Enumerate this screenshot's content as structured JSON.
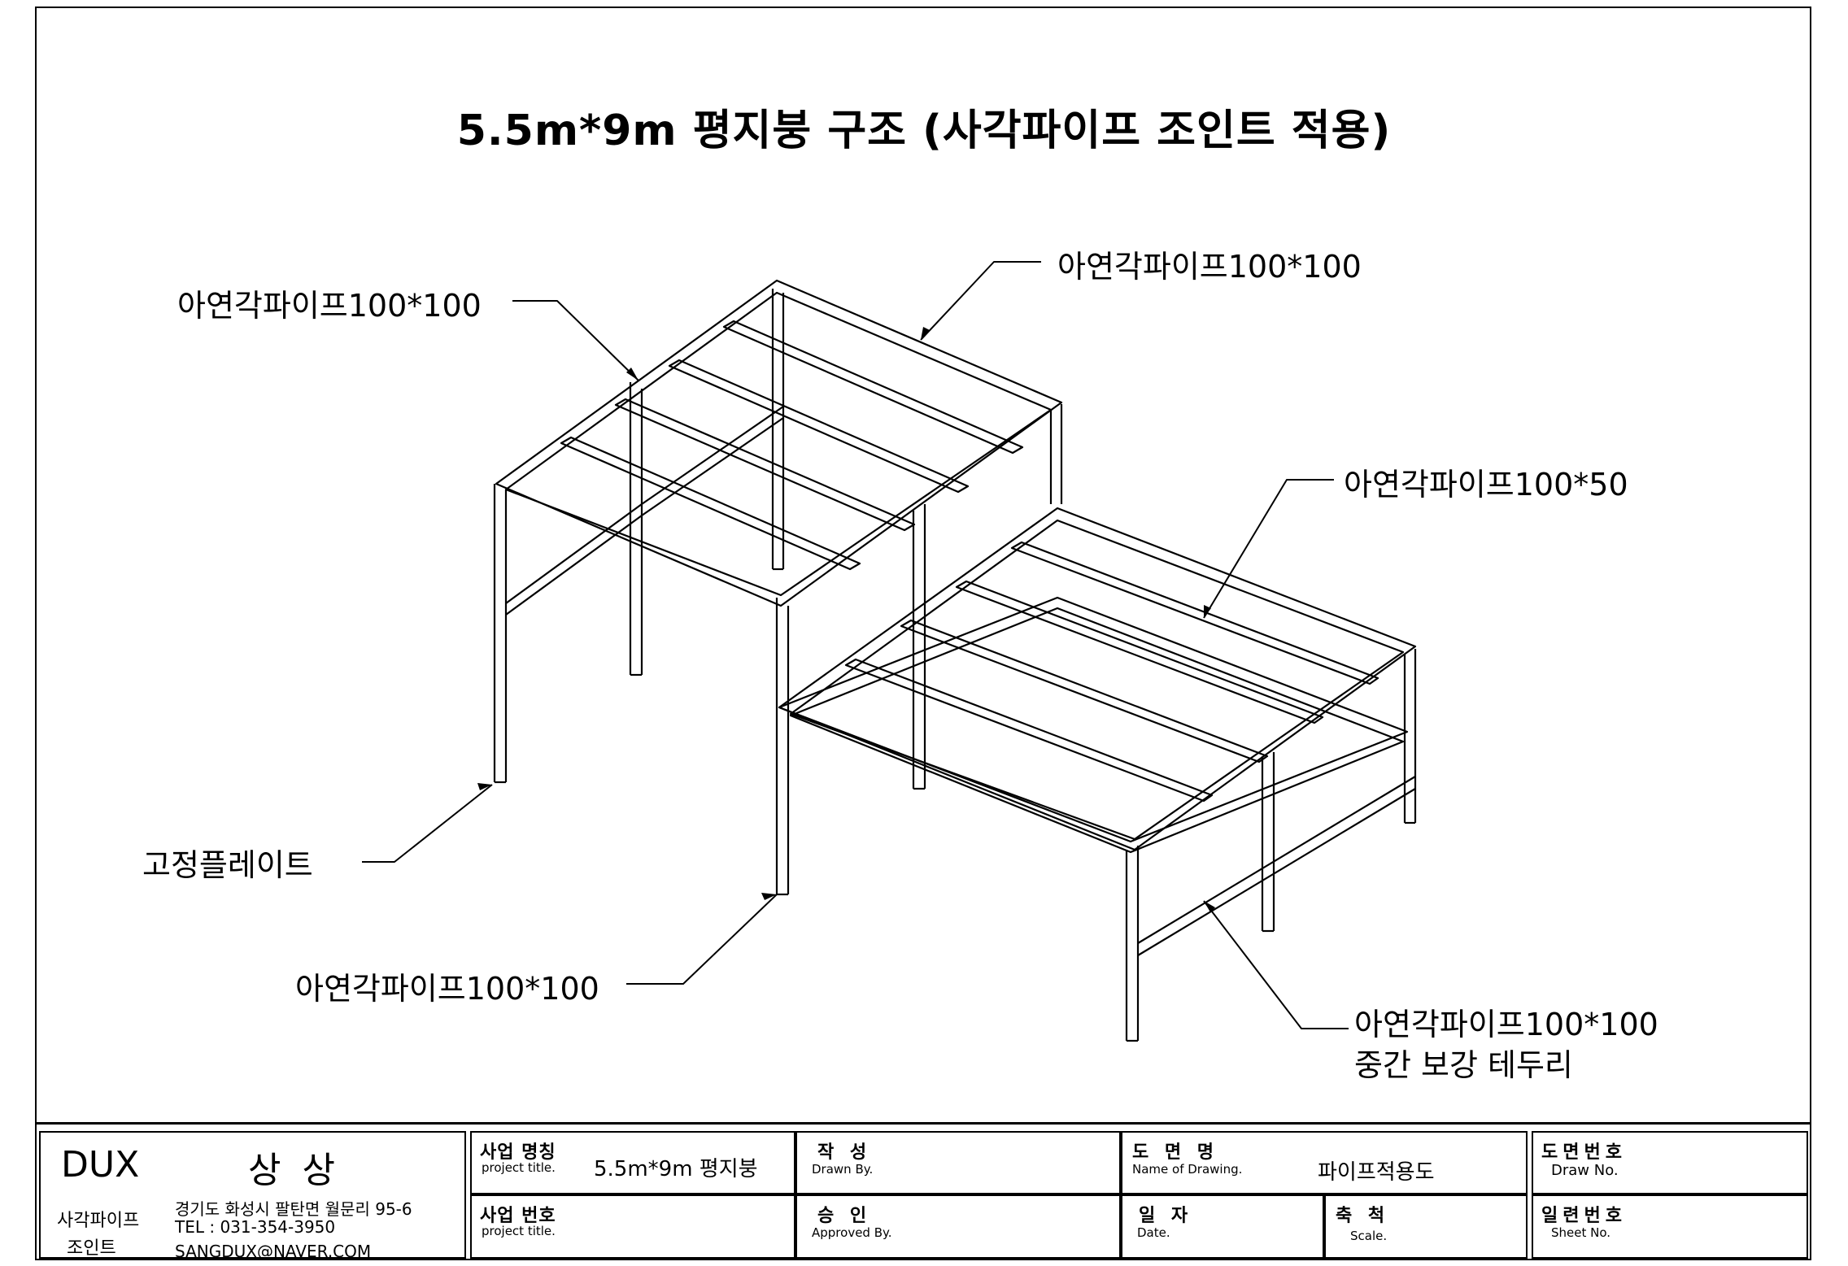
{
  "title": "5.5m*9m 평지붕 구조 (사각파이프 조인트 적용)",
  "callouts": {
    "top_left": "아연각파이프100*100",
    "top_right": "아연각파이프100*100",
    "mid_right": "아연각파이프100*50",
    "fix_plate": "고정플레이트",
    "bottom_left": "아연각파이프100*100",
    "bottom_right_1": "아연각파이프100*100",
    "bottom_right_2": "중간 보강 테두리"
  },
  "titleblock": {
    "company": "DUX",
    "company_kr": "상 상",
    "sub1": "사각파이프",
    "sub2": "조인트",
    "address": "경기도 화성시 팔탄면 월문리 95-6",
    "tel": "TEL : 031-354-3950",
    "email": "SANGDUX@NAVER.COM",
    "project_name_label": "사업 명칭",
    "project_name_en": "project title.",
    "project_name_value": "5.5m*9m 평지붕",
    "project_no_label": "사업 번호",
    "project_no_en": "project title.",
    "drawn_label": "작 성",
    "drawn_en": "Drawn By.",
    "approved_label": "승 인",
    "approved_en": "Approved By.",
    "drawing_name_label": "도 면 명",
    "drawing_name_en": "Name of Drawing.",
    "drawing_name_value": "파이프적용도",
    "date_label": "일 자",
    "date_en": "Date.",
    "scale_label": "축 척",
    "scale_en": "Scale.",
    "draw_no_label": "도면번호",
    "draw_no_en": "Draw No.",
    "sheet_no_label": "일련번호",
    "sheet_no_en": "Sheet No."
  }
}
